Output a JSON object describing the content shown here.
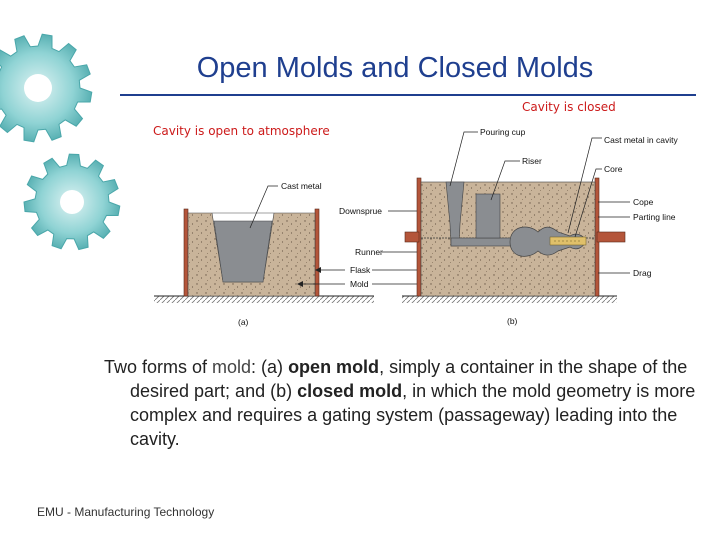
{
  "slide": {
    "title": "Open Molds and Closed Molds",
    "footer": "EMU - Manufacturing Technology"
  },
  "captions": {
    "closed": "Cavity is closed",
    "open": "Cavity is open to atmosphere"
  },
  "figure": {
    "labels": {
      "cast_metal": "Cast metal",
      "downsprue": "Downsprue",
      "runner": "Runner",
      "flask": "Flask",
      "mold": "Mold",
      "pouring_cup": "Pouring cup",
      "cast_metal_in_cavity": "Cast metal in cavity",
      "riser": "Riser",
      "core": "Core",
      "cope": "Cope",
      "parting_line": "Parting line",
      "drag": "Drag",
      "part_a": "(a)",
      "part_b": "(b)"
    }
  },
  "description": {
    "t1": "Two forms of ",
    "t2": "mold",
    "t3": ": (a) ",
    "t4": "open mold",
    "t5": ", simply a container in the shape of the desired part; and (b) ",
    "t6": "closed mold",
    "t7": ", in which the mold geometry is more complex and requires a gating system (passageway) leading into the cavity."
  },
  "colors": {
    "title": "#1f3f8f",
    "caption": "#cc1a1a",
    "sand": "#c9b49a",
    "metal": "#8a8d91",
    "flask": "#b4553a",
    "gear": "#5ab5b7"
  }
}
